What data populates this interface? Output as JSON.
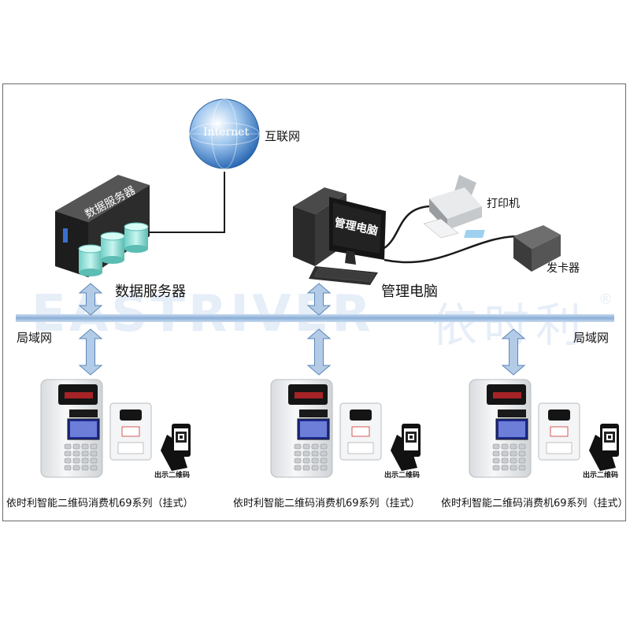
{
  "internet": {
    "globe_text": "Internet",
    "label": "互联网"
  },
  "server": {
    "box_text": "数据服务器",
    "label": "数据服务器"
  },
  "pc": {
    "screen_text": "管理电脑",
    "label": "管理电脑"
  },
  "printer": {
    "label": "打印机"
  },
  "card_issuer": {
    "label": "发卡器"
  },
  "lan": {
    "label_left": "局域网",
    "label_right": "局域网"
  },
  "watermark": {
    "brand": "EASTRIVER",
    "brand_cn": "依时利",
    "mark": "®"
  },
  "terminals": [
    {
      "caption": "依时利智能二维码消费机69系列（挂式）",
      "qr_label": "出示二维码"
    },
    {
      "caption": "依时利智能二维码消费机69系列（挂式）",
      "qr_label": "出示二维码"
    },
    {
      "caption": "依时利智能二维码消费机69系列（挂式）",
      "qr_label": "出示二维码"
    }
  ],
  "colors": {
    "lan_bar": "#9cb8d8",
    "arrow_fill": "#b3cbe6",
    "arrow_stroke": "#5b87b8",
    "server_dark": "#2a2a2a",
    "cylinder": "#8fe0d8"
  }
}
